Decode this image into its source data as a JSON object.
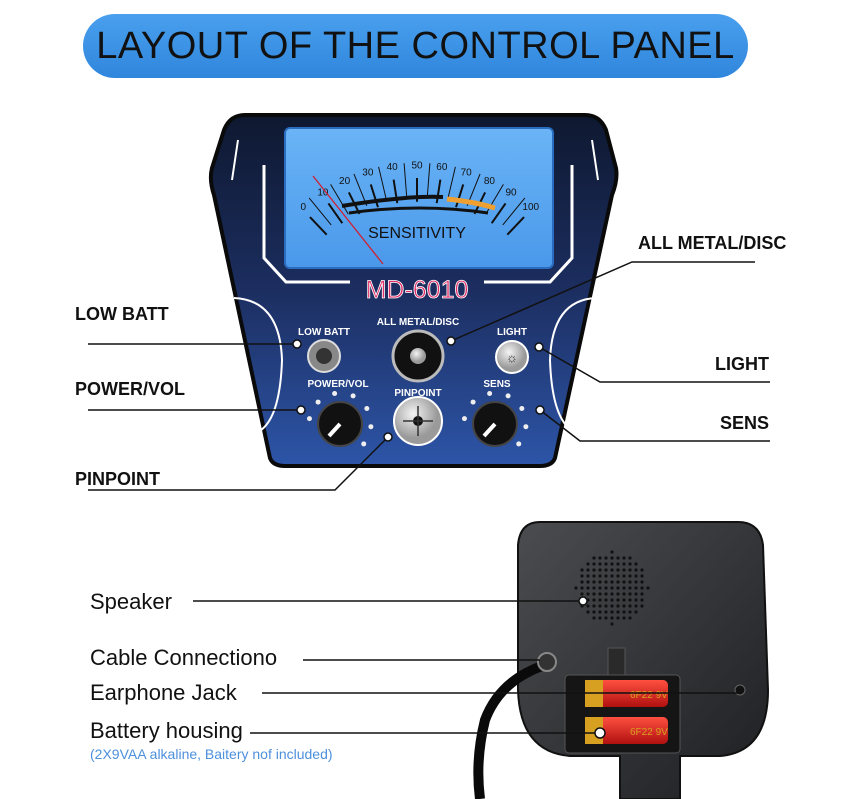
{
  "title": "LAYOUT OF THE CONTROL PANEL",
  "meter": {
    "scale": [
      "0",
      "10",
      "20",
      "30",
      "40",
      "50",
      "60",
      "70",
      "80",
      "90",
      "100"
    ],
    "label": "SENSITIVITY"
  },
  "model": "MD-6010",
  "panel_labels": {
    "low_batt": "LOW BATT",
    "all_metal_disc": "ALL METAL/DISC",
    "light": "LIGHT",
    "power_vol": "POWER/VOL",
    "pinpoint": "PINPOINT",
    "sens": "SENS"
  },
  "callouts_top": {
    "low_batt": "LOW BATT",
    "power_vol": "POWER/VOL",
    "pinpoint": "PINPOINT",
    "all_metal_disc": "ALL METAL/DISC",
    "light": "LIGHT",
    "sens": "SENS"
  },
  "callouts_bottom": {
    "speaker": "Speaker",
    "cable": "Cable Connectiono",
    "earphone": "Earphone Jack",
    "battery": "Battery housing",
    "battery_note": "(2X9VAA alkaline, Baitery nof included)"
  },
  "battery_text": "6F22 9V",
  "colors": {
    "pill": "#3a90e2",
    "screen": "#5eaaf2",
    "model": "#e0306a",
    "note": "#4d90dc"
  }
}
